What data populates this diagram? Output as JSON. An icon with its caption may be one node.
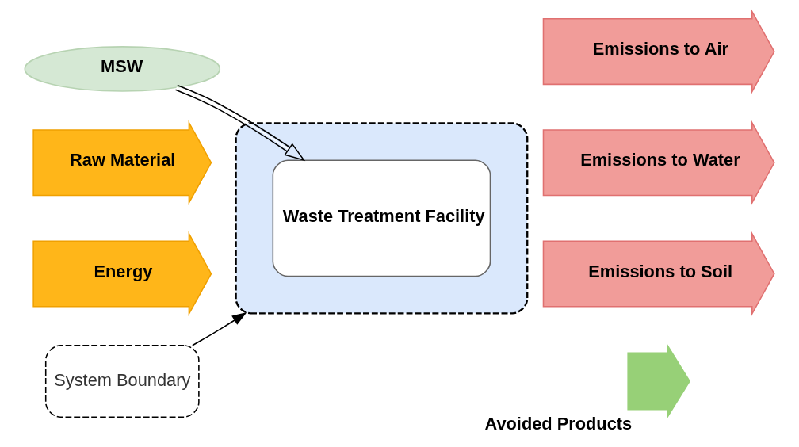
{
  "diagram": {
    "nodes": [
      {
        "text": [
          "MSW"
        ]
      },
      {
        "text": [],
        "shape": "box"
      },
      {
        "text": [
          "Waste Treatment Facility"
        ],
        "in": 1
      },
      {
        "text": [
          "Raw Material"
        ]
      },
      {
        "text": [
          "Energy"
        ]
      },
      {
        "text": [
          "Emissions to Air"
        ]
      },
      {
        "text": [
          "Emissions to Water"
        ]
      },
      {
        "text": [
          "Emissions to Soil"
        ]
      },
      {
        "text": [],
        "shape": "arrow",
        "beside": [
          "Avoided Products"
        ]
      },
      {
        "text": [
          "System Boundary"
        ]
      }
    ],
    "edges": [
      {
        "from": 0,
        "to": 2,
        "arrow": "to"
      },
      {
        "from": 9,
        "to": 1,
        "arrow": "to"
      }
    ]
  }
}
